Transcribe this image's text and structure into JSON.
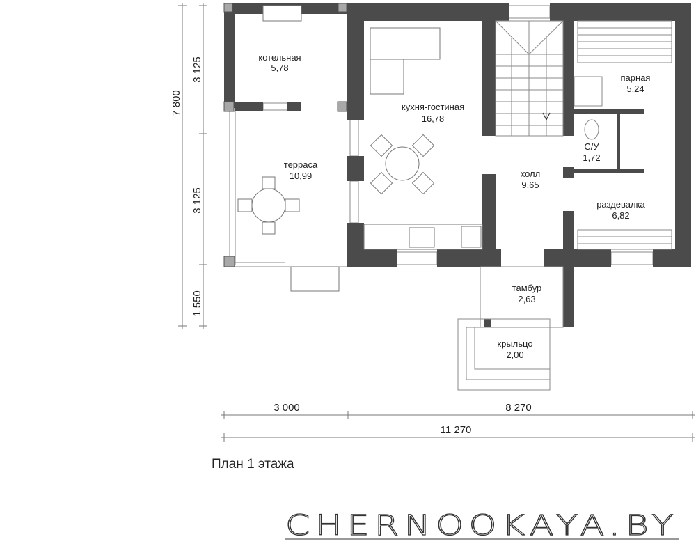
{
  "plan_title": "План 1 этажа",
  "logo_text": "CHERNOOKAYA.BY",
  "rooms": [
    {
      "name": "котельная",
      "area": "5,78"
    },
    {
      "name": "кухня-гостиная",
      "area": "16,78"
    },
    {
      "name": "терраса",
      "area": "10,99"
    },
    {
      "name": "холл",
      "area": "9,65"
    },
    {
      "name": "парная",
      "area": "5,24"
    },
    {
      "name": "С/У",
      "area": "1,72"
    },
    {
      "name": "раздевалка",
      "area": "6,82"
    },
    {
      "name": "тамбур",
      "area": "2,63"
    },
    {
      "name": "крыльцо",
      "area": "2,00"
    }
  ],
  "dimensions": {
    "vertical_total": "7 800",
    "vertical_parts": [
      "3 125",
      "3 125",
      "1 550"
    ],
    "horizontal_parts": [
      "3 000",
      "8 270"
    ],
    "horizontal_total": "11 270"
  },
  "colors": {
    "wall": "#4b4b4b",
    "line": "#8a8a8a"
  }
}
